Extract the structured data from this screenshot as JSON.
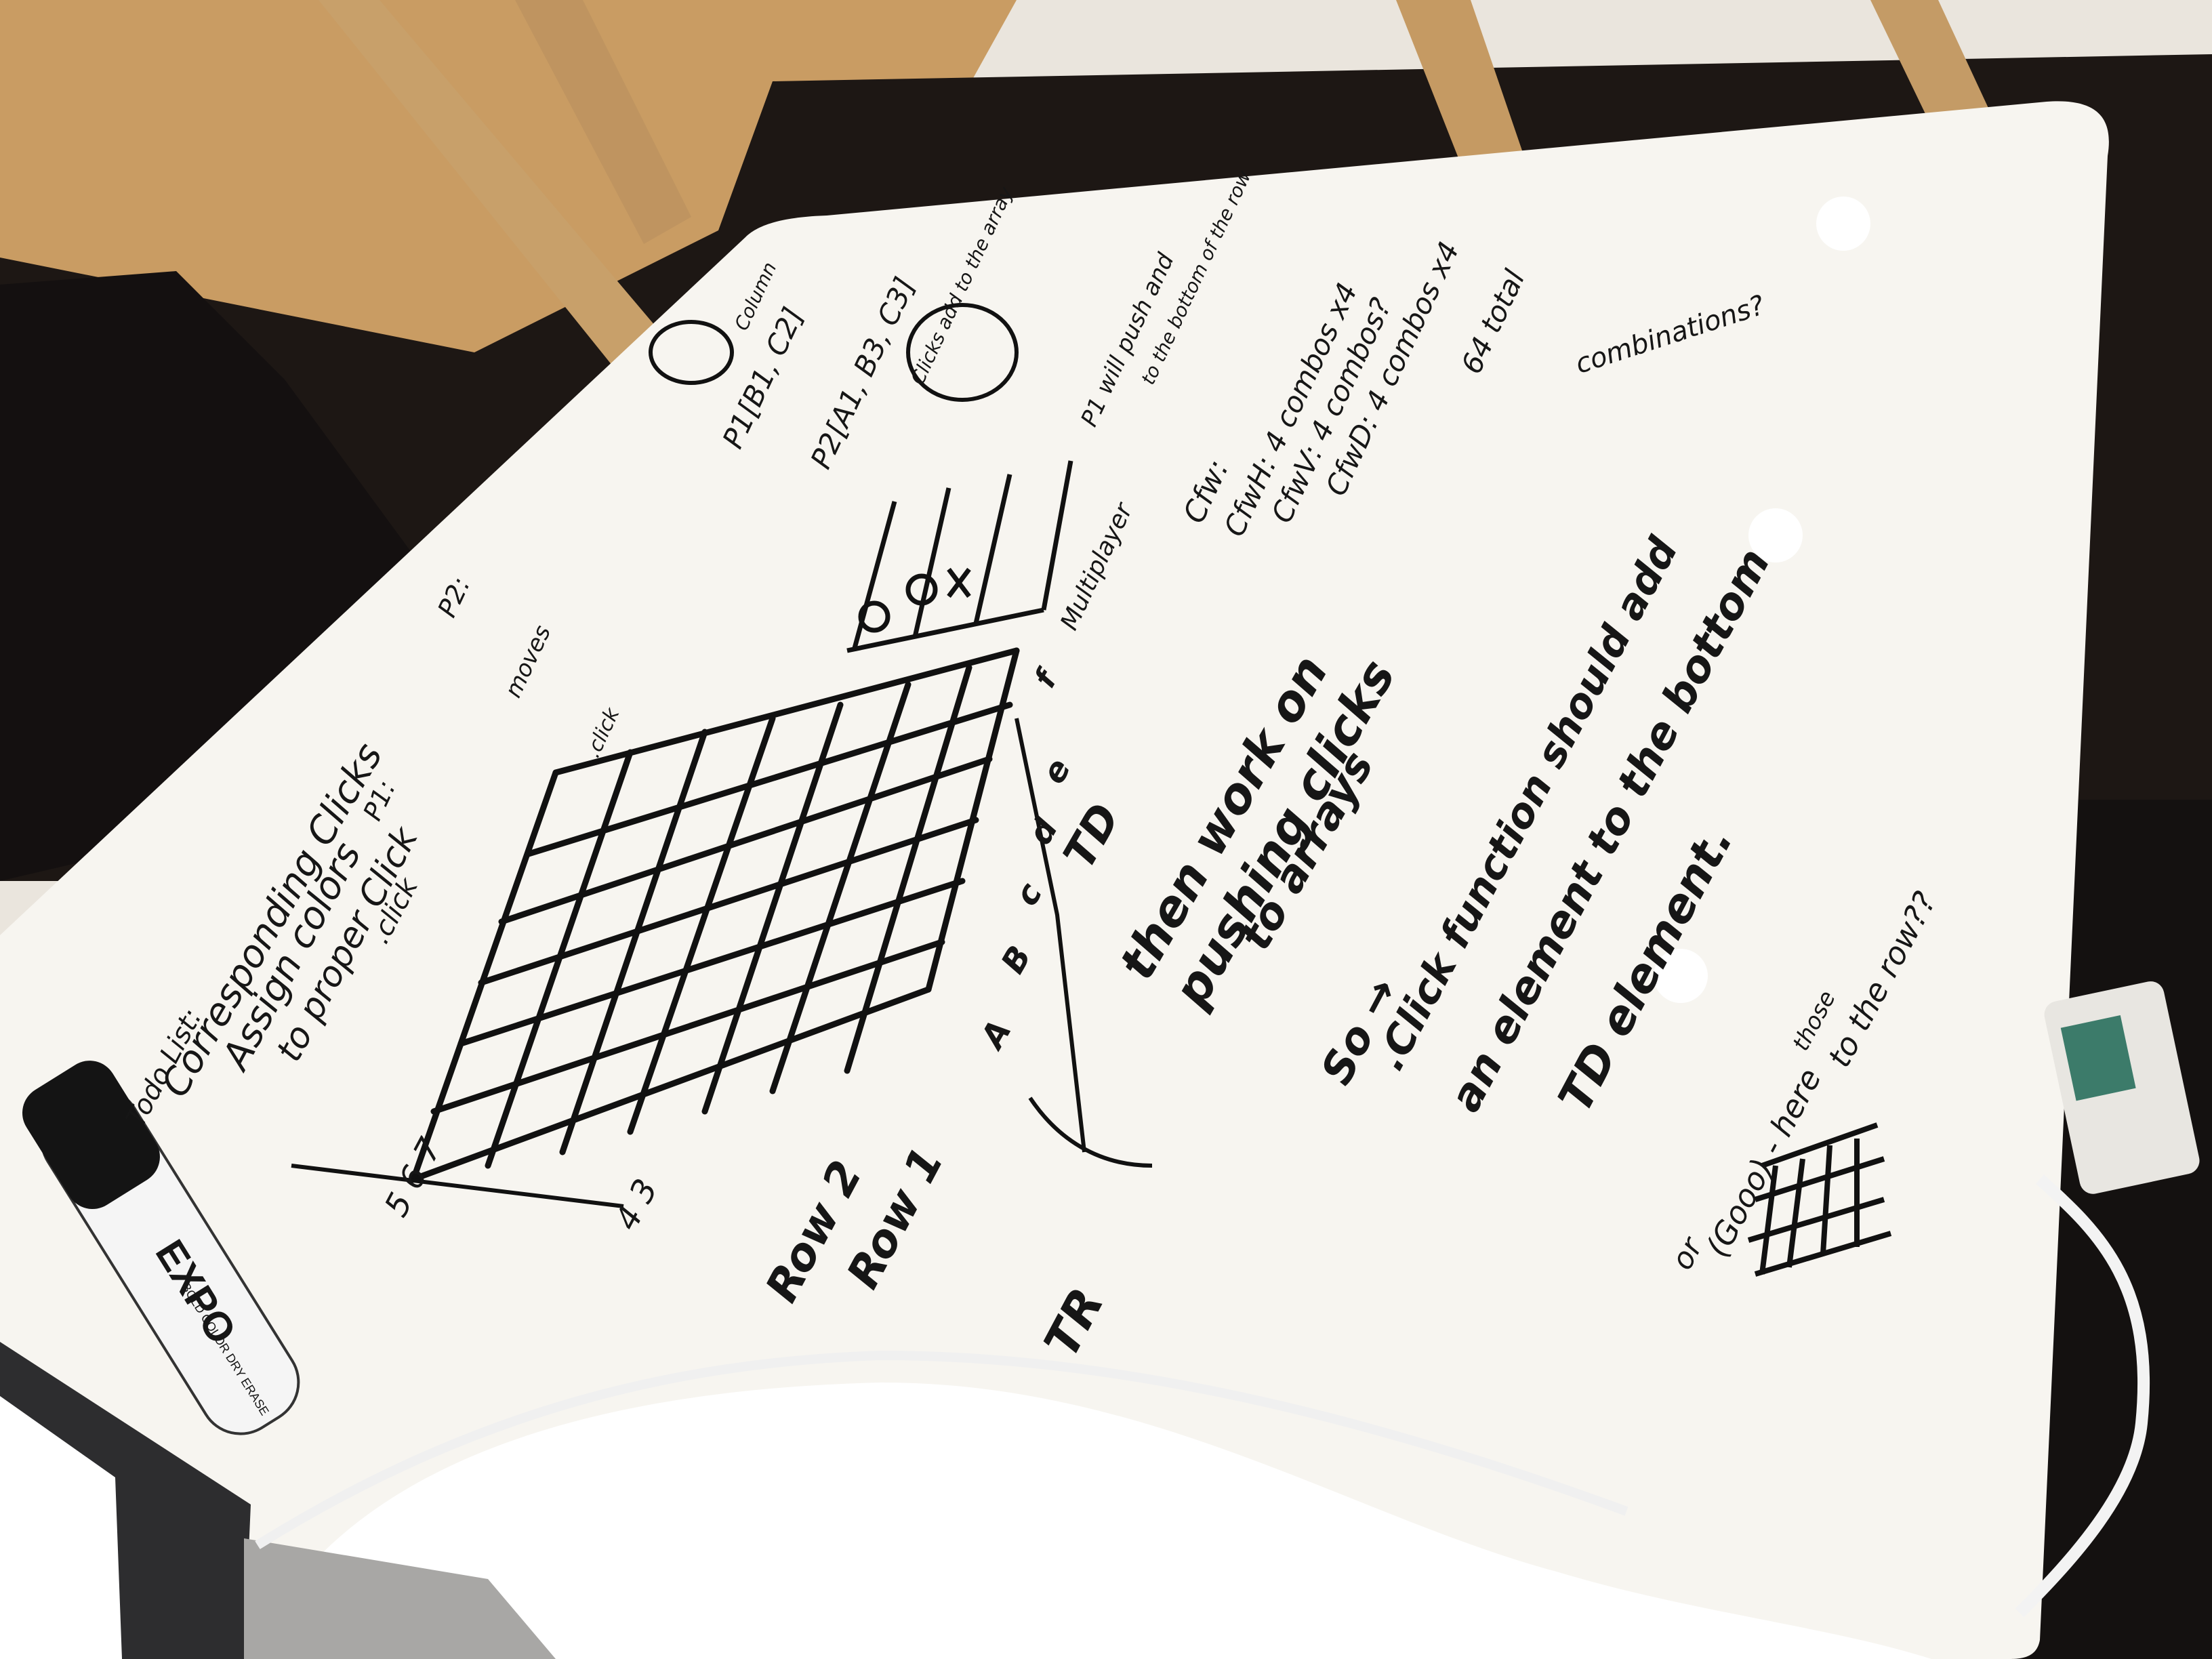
{
  "scene": {
    "wall_color": "#e9e4dc",
    "floor_color": "#b98c57",
    "board_color": "#f6f4ef",
    "ink_color": "#161616",
    "marker_label": "EXPO",
    "marker_subtitle": "BOLD COLOR DRY ERASE"
  },
  "whiteboard": {
    "notes": {
      "todo_header": "Todo List:",
      "col_header": "Column",
      "p1_ref": "P1[B1, C2]",
      "p2_ref": "P2[A1, B3, C3]",
      "p1_push": "P1 will push and",
      "clicks_add": "Clicks add to the array",
      "corresponding": "Corresponding Clicks",
      "assign_colors": "Assign colors",
      "to_proper": "to proper Click",
      "click_label": ".click",
      "then_work": "then work on",
      "pushing": "pushing clicks",
      "to_arrays": "to arrays",
      "td_label": "TD",
      "col_a": "A",
      "col_b": "B",
      "col_c": "c",
      "col_d": "d",
      "col_e": "e",
      "col_f": "f",
      "row2": "Row 2",
      "row1": "Row 1",
      "tr": "TR",
      "so": "So →",
      "click_fn": ".Click function should add",
      "an_element": "an element to the bottom",
      "td_element": "TD element.",
      "or_label": "or",
      "gooo": "(Gooo) - here",
      "those": "those",
      "the_row": "to the row??",
      "total": "64 total",
      "combinations": "combinations?",
      "cfw": "Cfw:",
      "cfw_h": "CfwH: 4 combos x4",
      "cfw_v": "CfwV: 4 combos?",
      "cfw_d": "CfwD: 4 combos x4",
      "bottom_of_row": "to the bottom of the row",
      "multiplayer": "Multiplayer",
      "p1_colon": "P1:",
      "p2_colon": "P2:",
      "moves": "moves",
      "n_click": ".click",
      "nums_1": "5 6 7",
      "nums_2": "4 3"
    }
  }
}
